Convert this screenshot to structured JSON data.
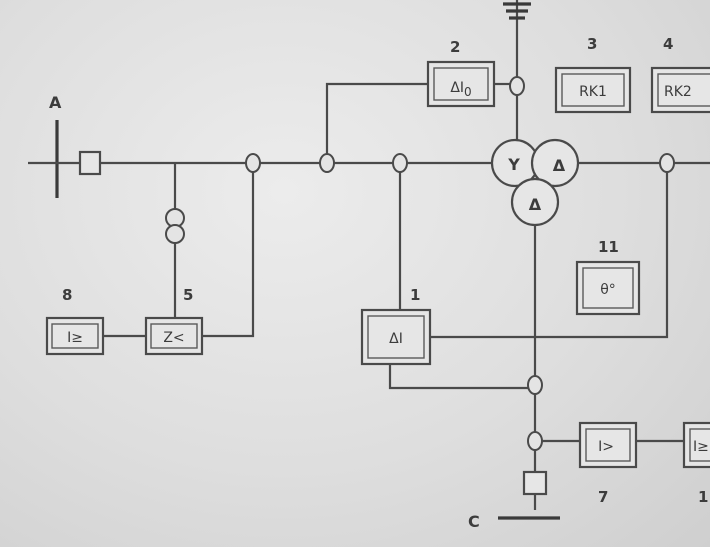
{
  "buses": {
    "a": "A",
    "c": "C"
  },
  "relays": {
    "r1": {
      "number": "1",
      "symbol": "ΔI"
    },
    "r2": {
      "number": "2",
      "symbol": "ΔI",
      "sub": "0"
    },
    "r3": {
      "number": "3",
      "symbol": "RK1"
    },
    "r4": {
      "number": "4",
      "symbol": "RK2"
    },
    "r5": {
      "number": "5",
      "symbol": "Z<"
    },
    "r7": {
      "number": "7",
      "symbol": "I>"
    },
    "r8": {
      "number": "8",
      "symbol": "I≥"
    },
    "r10": {
      "number": "1",
      "symbol": "I≥"
    },
    "r11": {
      "number": "11",
      "symbol": "θ°"
    }
  },
  "transformer": {
    "hv_symbol": "Y",
    "mv_symbol": "Δ",
    "lv_symbol": "Δ"
  }
}
